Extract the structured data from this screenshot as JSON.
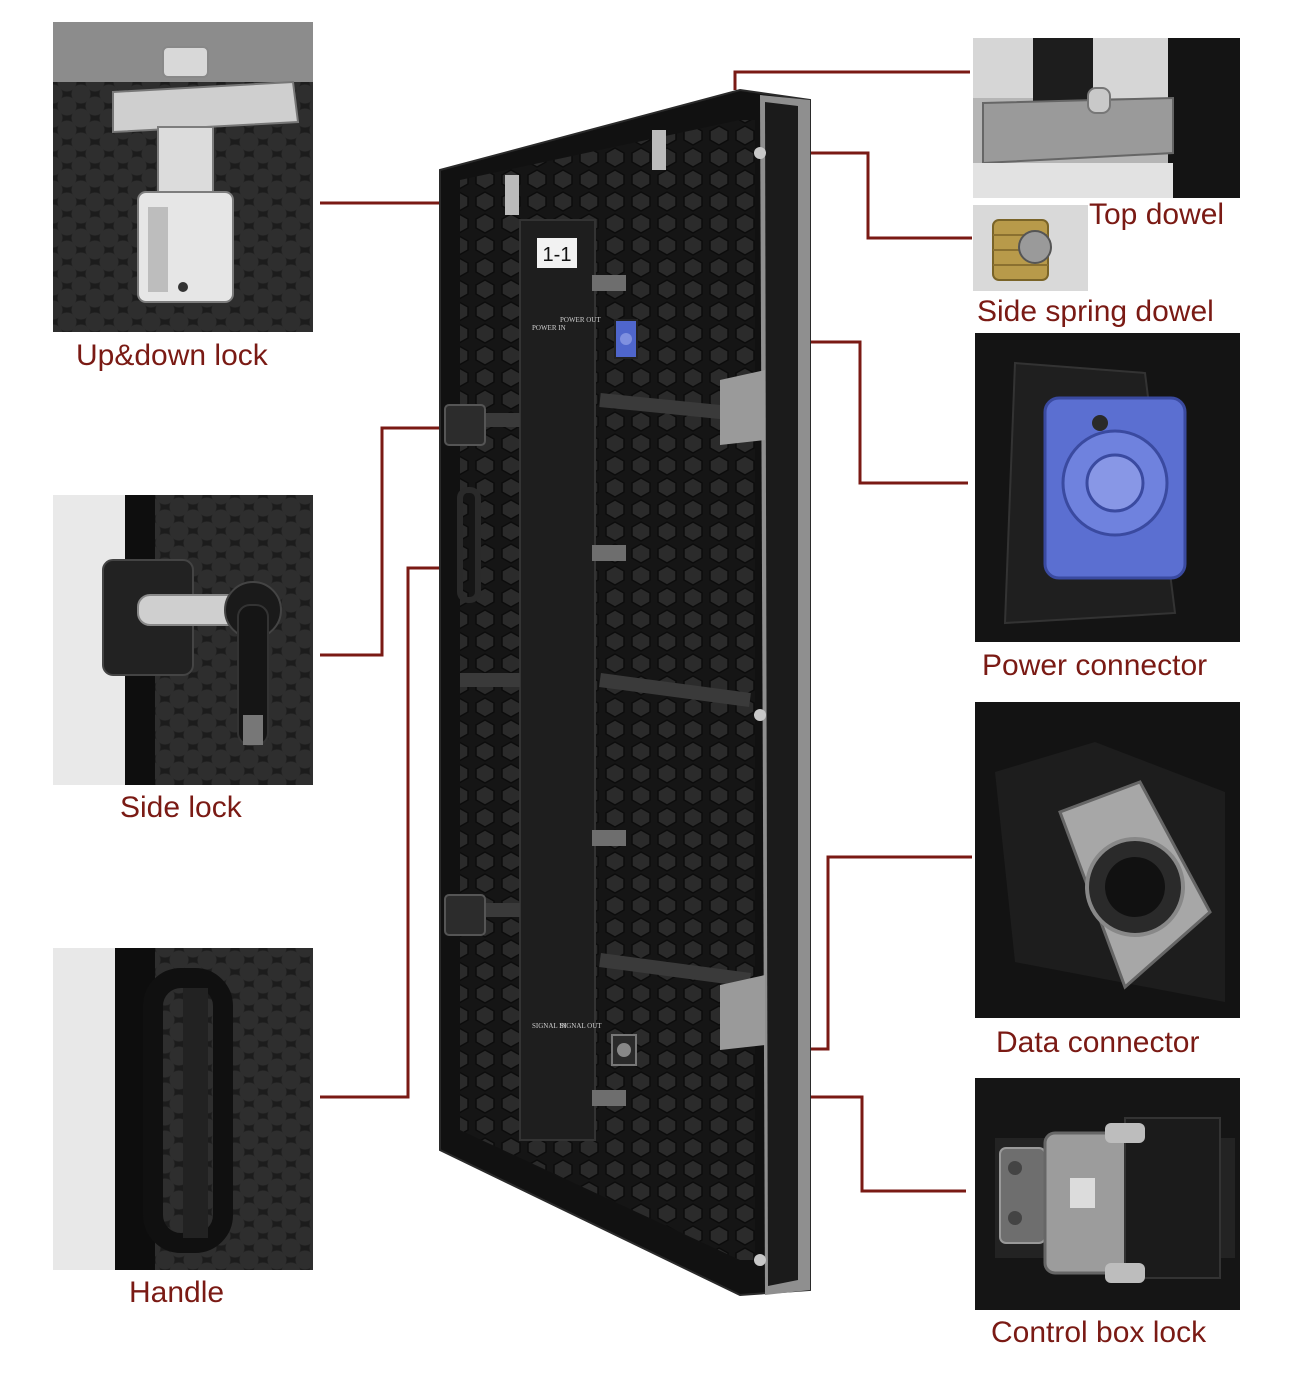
{
  "labels": {
    "updown_lock": "Up&down lock",
    "side_lock": "Side lock",
    "handle": "Handle",
    "top_dowel": "Top dowel",
    "side_spring_dowel": "Side spring dowel",
    "power_connector": "Power connector",
    "data_connector": "Data connector",
    "control_box_lock": "Control box lock"
  },
  "panel": {
    "tag": "1-1",
    "power_in": "POWER IN",
    "power_out": "POWER OUT",
    "signal_in": "SIGNAL IN",
    "signal_out": "SIGNAL OUT"
  },
  "colors": {
    "label_text": "#7a1a14",
    "leader_line": "#7a1a14",
    "panel_body": "#1a1a1a",
    "panel_frame": "#9a9a9a",
    "power_connector": "#5a6fd0"
  }
}
